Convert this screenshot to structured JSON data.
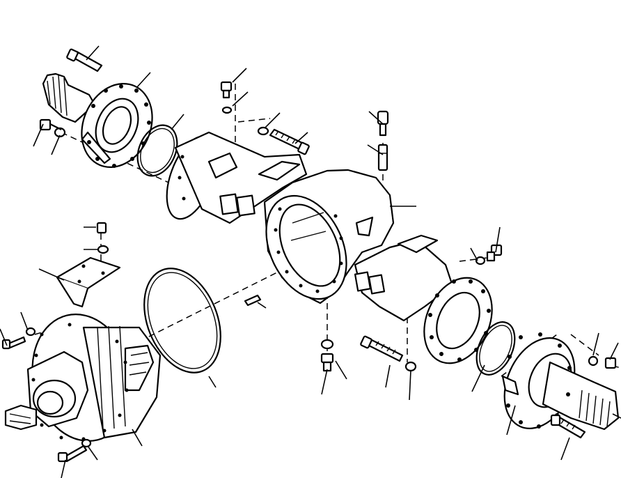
{
  "diagram": {
    "kind": "exploded parts view",
    "subject_icons": [
      "axle-housing",
      "differential",
      "axle-flange",
      "o-ring",
      "bolt",
      "washer",
      "bracket",
      "breather",
      "dowel-pin"
    ]
  }
}
